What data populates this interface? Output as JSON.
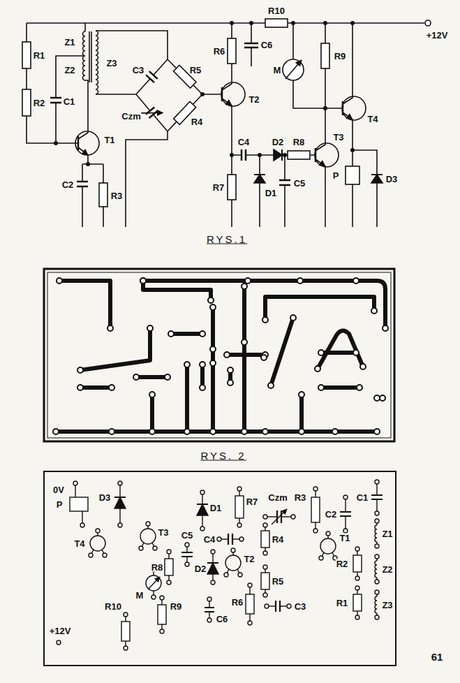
{
  "diagram": {
    "labels": [
      "R1",
      "Z1",
      "Z2",
      "R2",
      "C1",
      "Z3",
      "T1",
      "C2",
      "R3",
      "C3",
      "R5",
      "Czm",
      "R4",
      "R6",
      "C6",
      "T2",
      "R10",
      "+12V",
      "M",
      "R9",
      "T4",
      "C4",
      "D2",
      "R8",
      "T3",
      "R7",
      "D1",
      "C5",
      "P",
      "D3",
      "RYS.1",
      "RYS. 2",
      "0V",
      "P",
      "D3",
      "T4",
      "T3",
      "D1",
      "R7",
      "Czm",
      "R3",
      "C2",
      "C1",
      "Z1",
      "T1",
      "R2",
      "Z2",
      "R1",
      "Z3",
      "C4",
      "C5",
      "R8",
      "D2",
      "T2",
      "R4",
      "R5",
      "C3",
      "R6",
      "C6",
      "M",
      "R10",
      "R9",
      "+12V",
      "61"
    ]
  }
}
